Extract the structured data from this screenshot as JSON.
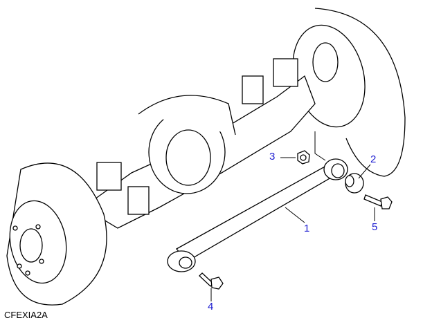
{
  "callouts": [
    {
      "num": "1"
    },
    {
      "num": "2"
    },
    {
      "num": "3"
    },
    {
      "num": "4"
    },
    {
      "num": "5"
    }
  ],
  "figure_code": "CFEXIA2A",
  "colors": {
    "callout": "#1a1ad0",
    "line": "#000000"
  }
}
